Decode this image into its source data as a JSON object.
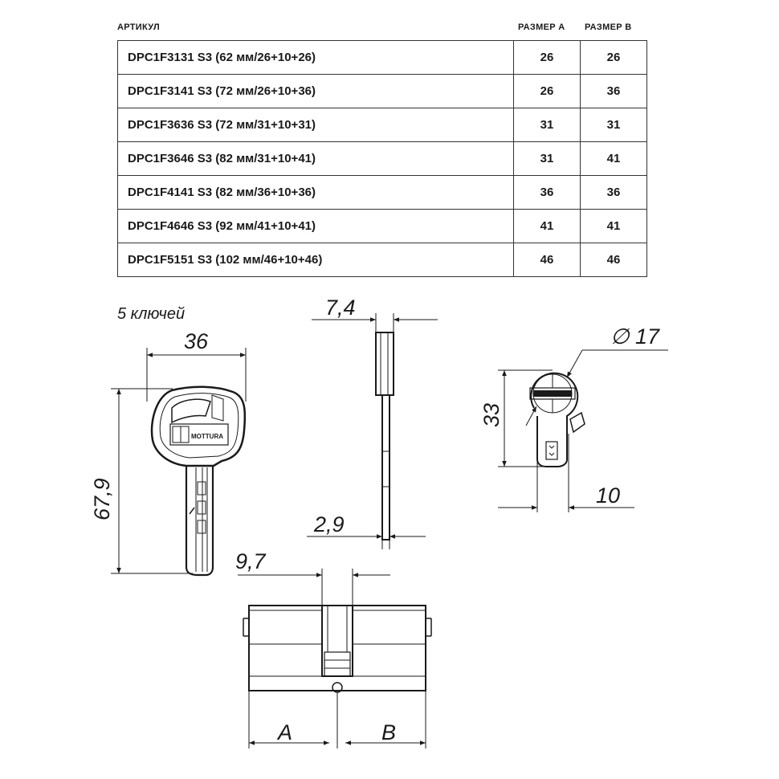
{
  "table": {
    "headers": {
      "article": "АРТИКУЛ",
      "size_a": "РАЗМЕР А",
      "size_b": "РАЗМЕР В"
    },
    "rows": [
      {
        "article": "DPC1F3131 S3 (62 мм/26+10+26)",
        "a": "26",
        "b": "26"
      },
      {
        "article": "DPC1F3141 S3 (72 мм/26+10+36)",
        "a": "26",
        "b": "36"
      },
      {
        "article": "DPC1F3636 S3 (72 мм/31+10+31)",
        "a": "31",
        "b": "31"
      },
      {
        "article": "DPC1F3646 S3 (82 мм/31+10+41)",
        "a": "31",
        "b": "41"
      },
      {
        "article": "DPC1F4141 S3 (82 мм/36+10+36)",
        "a": "36",
        "b": "36"
      },
      {
        "article": "DPC1F4646 S3 (92 мм/41+10+41)",
        "a": "41",
        "b": "41"
      },
      {
        "article": "DPC1F5151 S3 (102 мм/46+10+46)",
        "a": "46",
        "b": "46"
      }
    ]
  },
  "drawing": {
    "keys_note": "5 ключей",
    "key_width": "36",
    "key_length": "67,9",
    "key_thickness": "7,4",
    "blade_thickness": "2,9",
    "diameter": "∅ 17",
    "height": "33",
    "cam_offset": "10",
    "center_width": "9,7",
    "label_a": "A",
    "label_b": "B",
    "brand": "MOTTURA"
  }
}
